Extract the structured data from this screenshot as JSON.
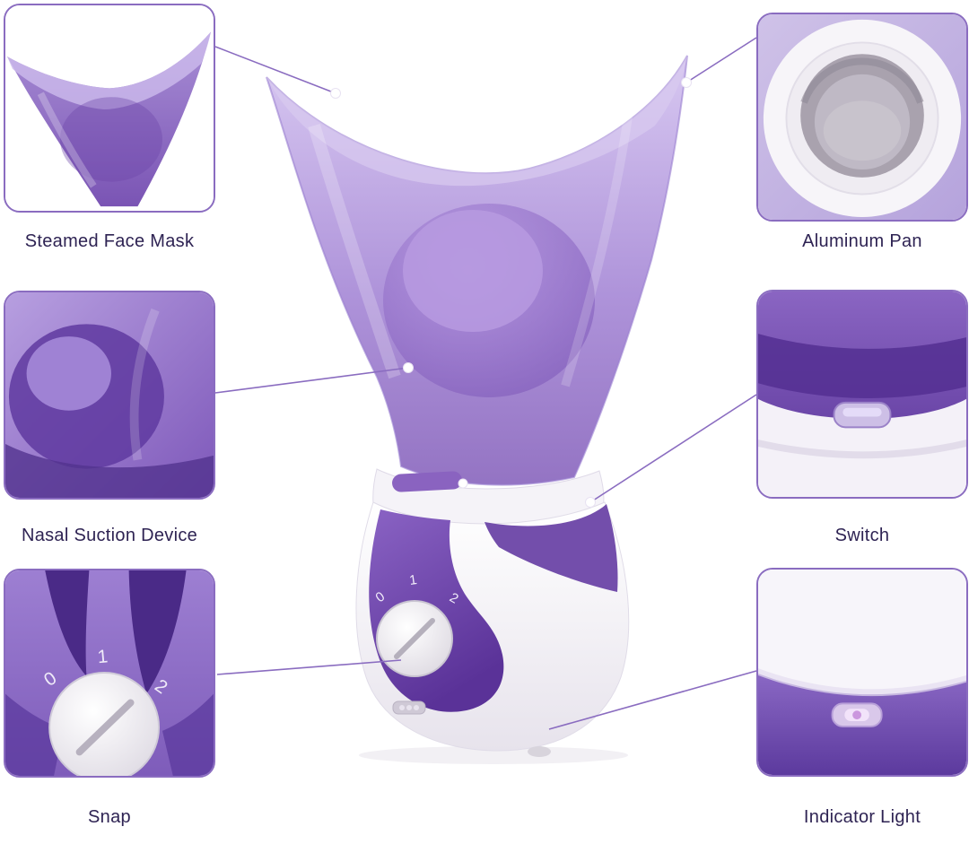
{
  "colors": {
    "background": "#ffffff",
    "accent": "#7a57b8",
    "callout_border": "#8a6cc0",
    "connector_line": "#8a6cc0",
    "label_text": "#2e2353",
    "product_purple": "#8059bd"
  },
  "callouts": [
    {
      "label": "Steamed Face Mask"
    },
    {
      "label": "Nasal Suction Device"
    },
    {
      "label": "Snap"
    },
    {
      "label": "Aluminum Pan"
    },
    {
      "label": "Switch"
    },
    {
      "label": "Indicator Light"
    }
  ],
  "product": {
    "name": "facial-steamer",
    "dial_marks": [
      "0",
      "1",
      "2"
    ]
  }
}
